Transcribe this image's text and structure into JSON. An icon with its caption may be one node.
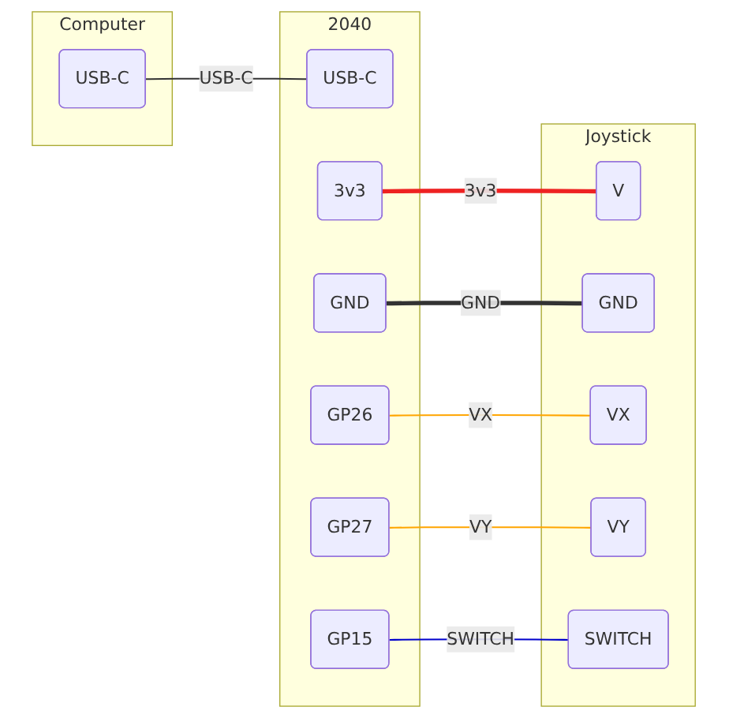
{
  "diagram": {
    "nodes": [
      {
        "text": [
          "Computer"
        ]
      },
      {
        "text": [
          "USB-C"
        ],
        "in": 0
      },
      {
        "text": [
          "2040"
        ]
      },
      {
        "text": [
          "USB-C"
        ],
        "in": 2
      },
      {
        "text": [
          "3v3"
        ],
        "in": 2
      },
      {
        "text": [
          "GND"
        ],
        "in": 2
      },
      {
        "text": [
          "GP26"
        ],
        "in": 2
      },
      {
        "text": [
          "GP27"
        ],
        "in": 2
      },
      {
        "text": [
          "GP15"
        ],
        "in": 2
      },
      {
        "text": [
          "Joystick"
        ]
      },
      {
        "text": [
          "V"
        ],
        "in": 9
      },
      {
        "text": [
          "GND"
        ],
        "in": 9
      },
      {
        "text": [
          "VX"
        ],
        "in": 9
      },
      {
        "text": [
          "VY"
        ],
        "in": 9
      },
      {
        "text": [
          "SWITCH"
        ],
        "in": 9
      }
    ],
    "edges": [
      {
        "from": 1,
        "to": 3,
        "arrow": "none",
        "label": "USB-C"
      },
      {
        "from": 4,
        "to": 10,
        "arrow": "none",
        "label": "3v3",
        "style": "thick",
        "color": "#ee2222"
      },
      {
        "from": 5,
        "to": 11,
        "arrow": "none",
        "label": "GND",
        "style": "thick"
      },
      {
        "from": 6,
        "to": 12,
        "arrow": "none",
        "label": "VX",
        "color": "#ffa500"
      },
      {
        "from": 7,
        "to": 13,
        "arrow": "none",
        "label": "VY",
        "color": "#ffa500"
      },
      {
        "from": 8,
        "to": 14,
        "arrow": "none",
        "label": "SWITCH",
        "color": "#0000cc"
      }
    ]
  }
}
